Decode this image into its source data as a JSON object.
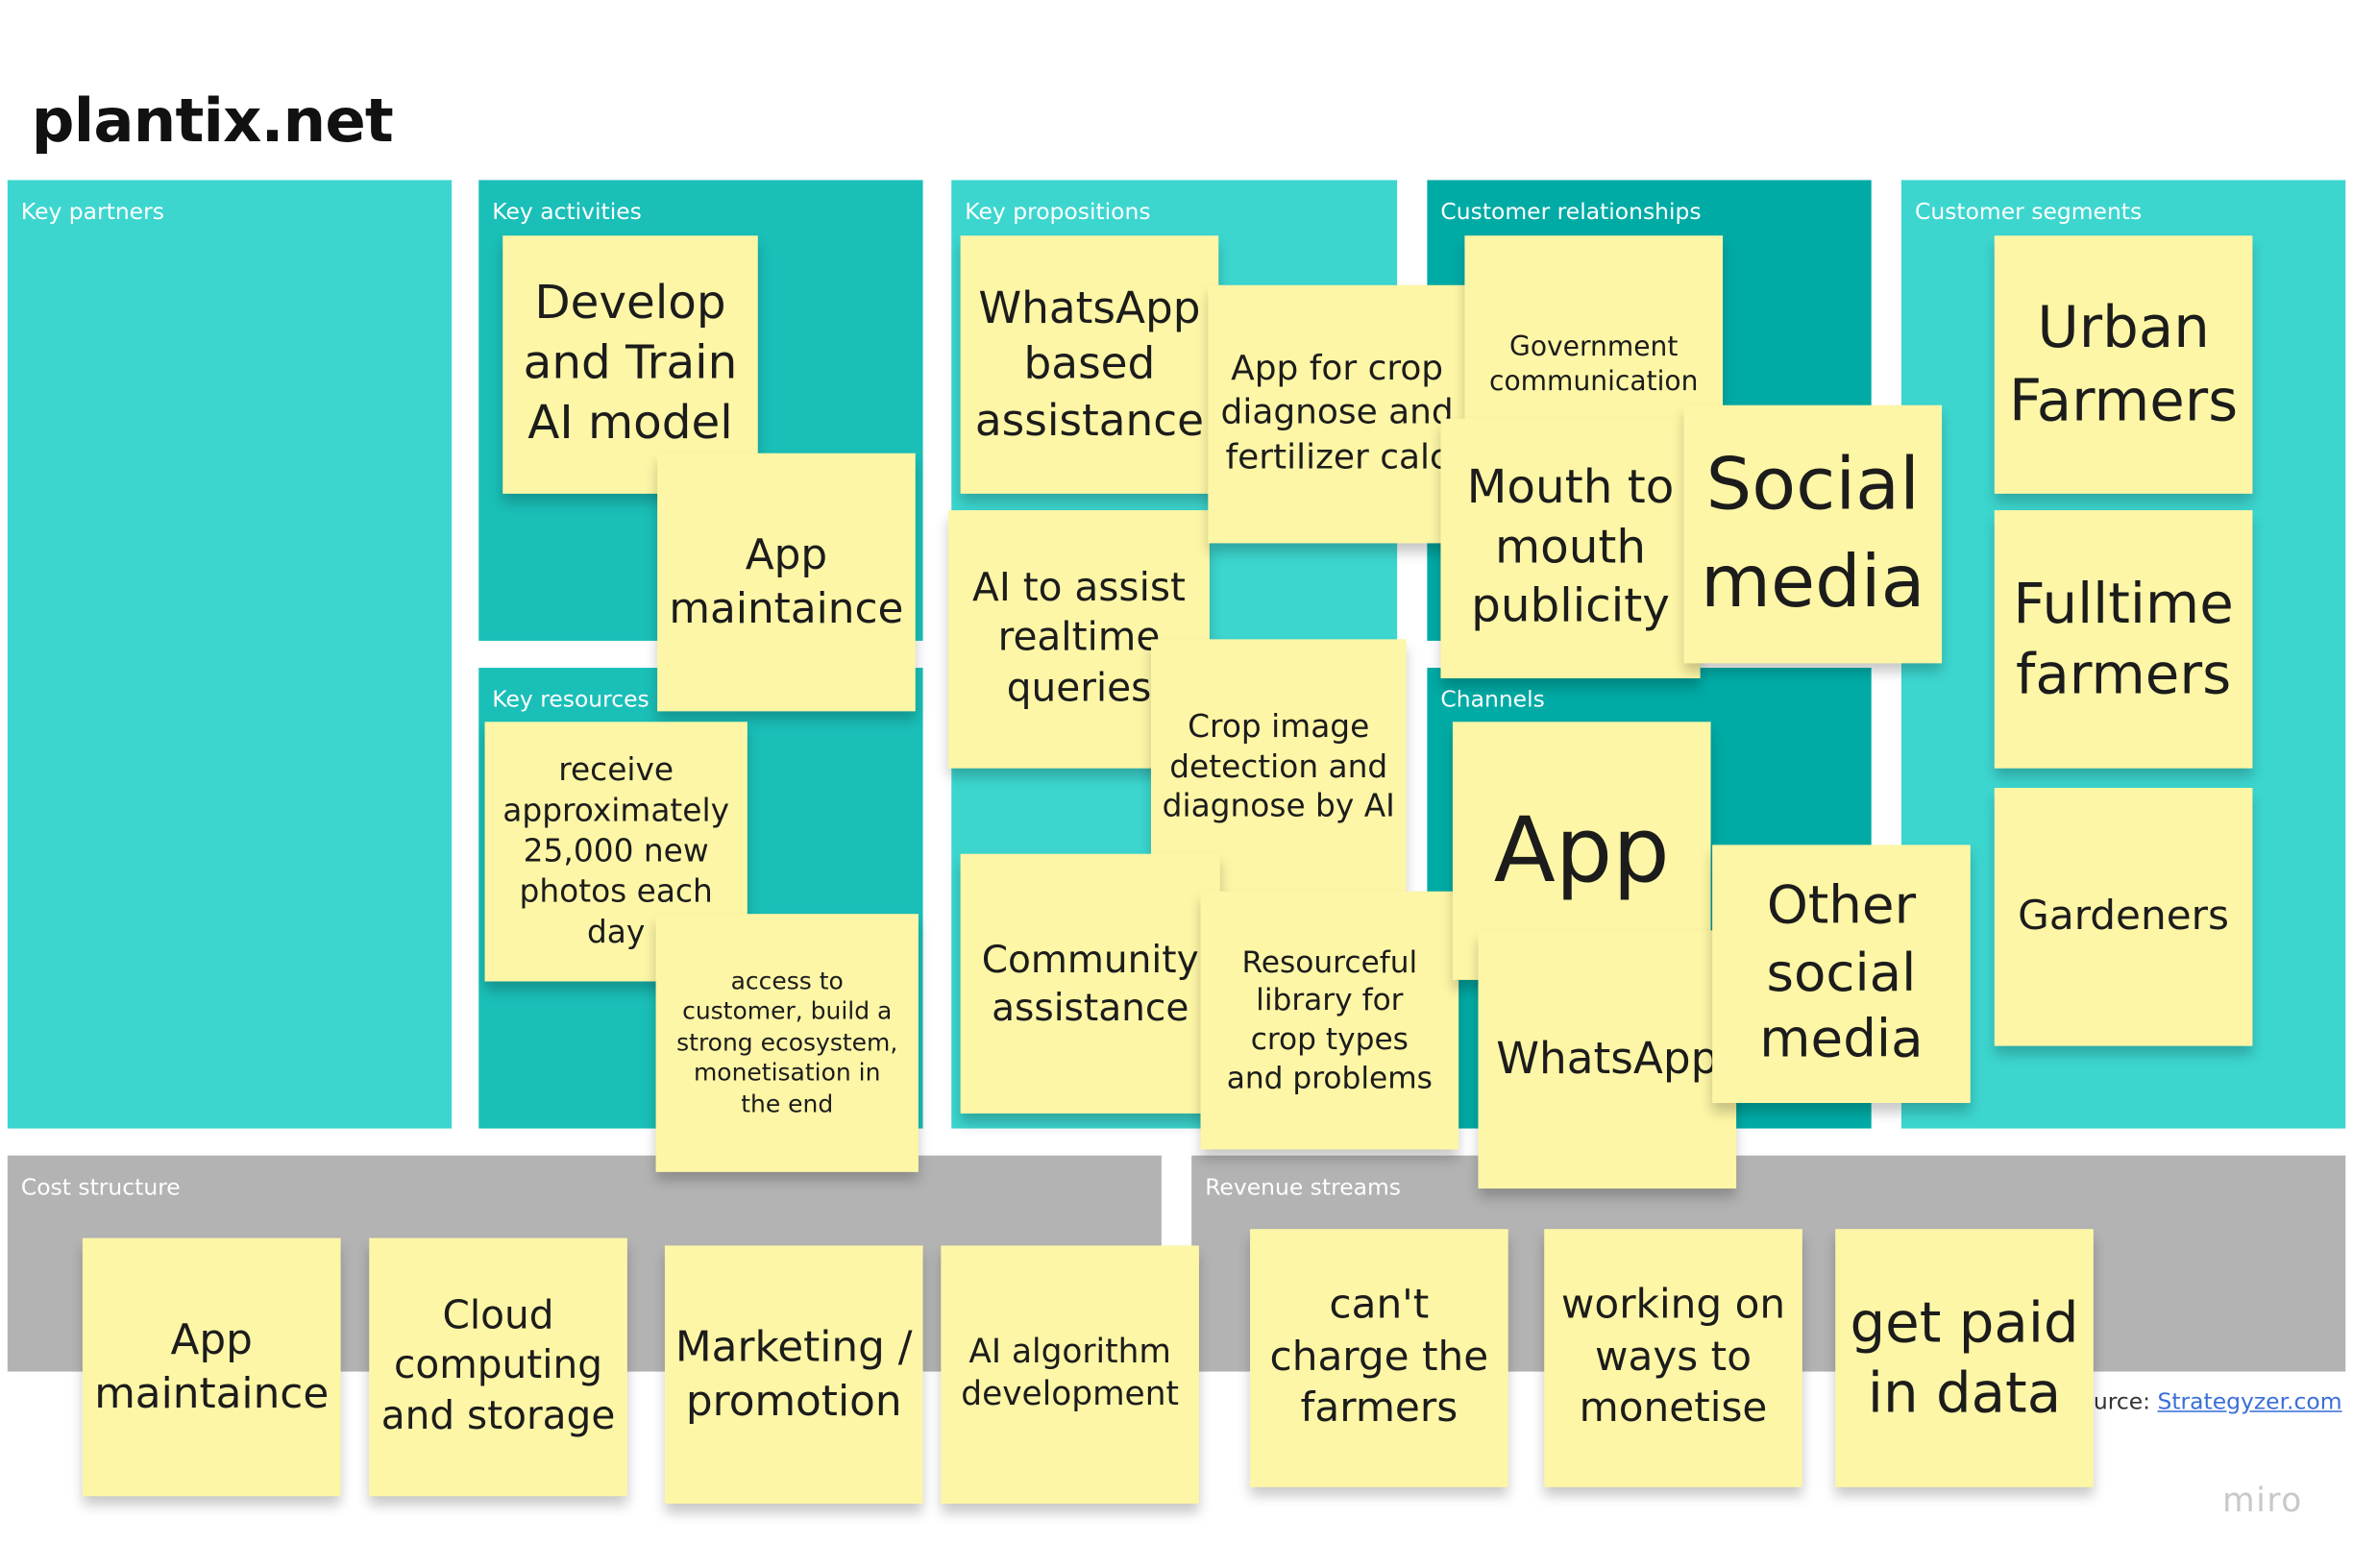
{
  "title": "plantix.net",
  "colors": {
    "teal_light": "#3cd6cf",
    "teal_mid": "#1abfb8",
    "teal_dark": "#00aba5",
    "grey": "#b3b3b3",
    "sticky": "#fdf6a6"
  },
  "panels": {
    "key_partners": "Key partners",
    "key_activities": "Key activities",
    "key_resources": "Key resources",
    "key_propositions": "Key propositions",
    "customer_relationships": "Customer relationships",
    "channels": "Channels",
    "customer_segments": "Customer segments",
    "cost_structure": "Cost structure",
    "revenue_streams": "Revenue streams"
  },
  "notes": {
    "develop_train": "Develop and Train AI model",
    "app_maintaince_ka": "App maintaince",
    "photos_per_day": "receive approximately 25,000 new photos each day",
    "ecosystem": "access to customer, build a strong ecosystem, monetisation in the end",
    "whatsapp_assistance": "WhatsApp based assistance",
    "app_crop_diagnose": "App for crop diagnose and fertilizer calc",
    "ai_realtime": "AI to assist realtime queries",
    "crop_image_detection": "Crop image detection and diagnose by AI",
    "community_assistance": "Community assistance",
    "resourceful_library": "Resourceful library for crop types and problems",
    "government_communication": "Government communication",
    "mouth_to_mouth": "Mouth to mouth publicity",
    "social_media": "Social media",
    "app_channel": "App",
    "whatsapp_channel": "WhatsApp",
    "other_social_media": "Other social media",
    "urban_farmers": "Urban Farmers",
    "fulltime_farmers": "Fulltime farmers",
    "gardeners": "Gardeners",
    "app_maintaince_cost": "App maintaince",
    "cloud_computing": "Cloud computing and storage",
    "marketing": "Marketing / promotion",
    "ai_algorithm": "AI algorithm development",
    "cant_charge": "can't charge the farmers",
    "ways_to_monetise": "working on ways to monetise",
    "paid_in_data": "get paid in data"
  },
  "footer": {
    "source_prefix": "urce: ",
    "source_link": "Strategyzer.com",
    "brand": "miro"
  }
}
